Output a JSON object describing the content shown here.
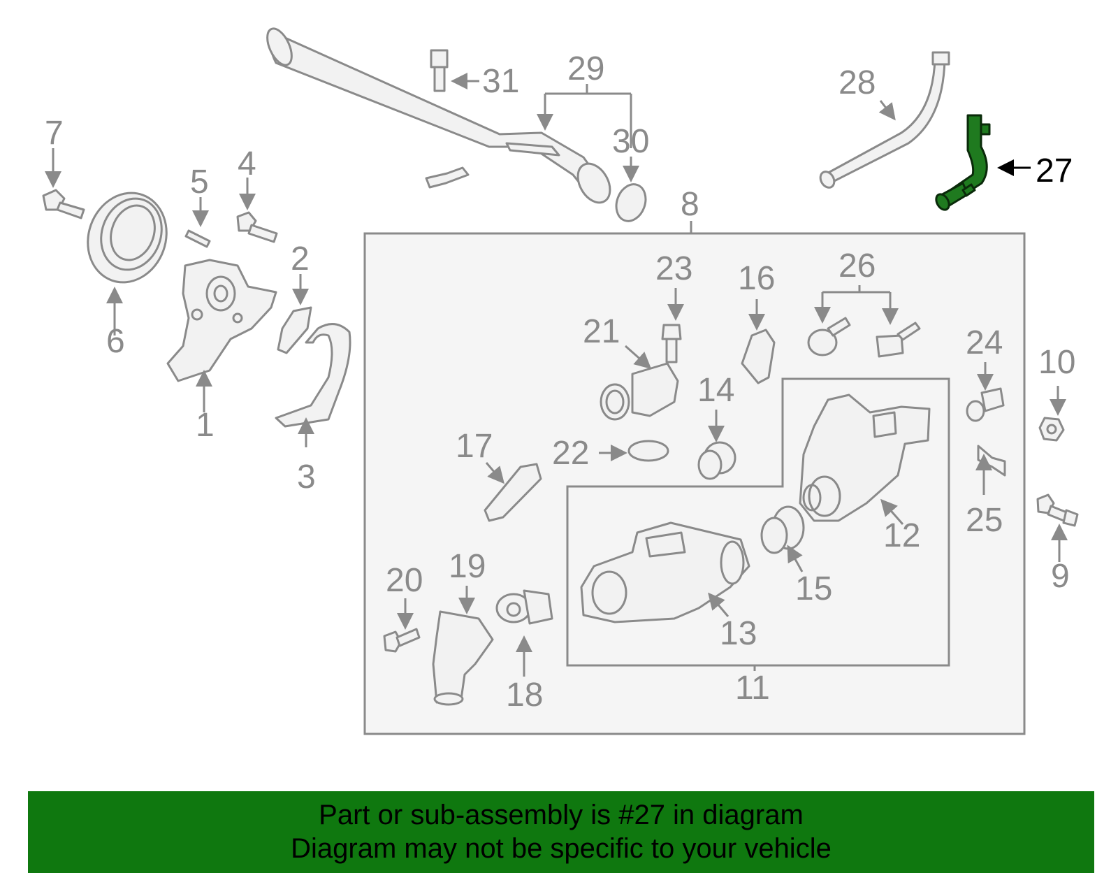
{
  "diagram": {
    "highlighted_part": "27",
    "callouts": [
      "1",
      "2",
      "3",
      "4",
      "5",
      "6",
      "7",
      "8",
      "9",
      "10",
      "11",
      "12",
      "13",
      "14",
      "15",
      "16",
      "17",
      "18",
      "19",
      "20",
      "21",
      "22",
      "23",
      "24",
      "25",
      "26",
      "27",
      "28",
      "29",
      "30",
      "31"
    ],
    "colors": {
      "highlight": "#1f7a1f",
      "banner": "#0f780f",
      "linework": "#8a8a8a"
    }
  },
  "banner": {
    "line1": "Part or sub-assembly is #27 in diagram",
    "line2": "Diagram may not be specific to your vehicle"
  }
}
